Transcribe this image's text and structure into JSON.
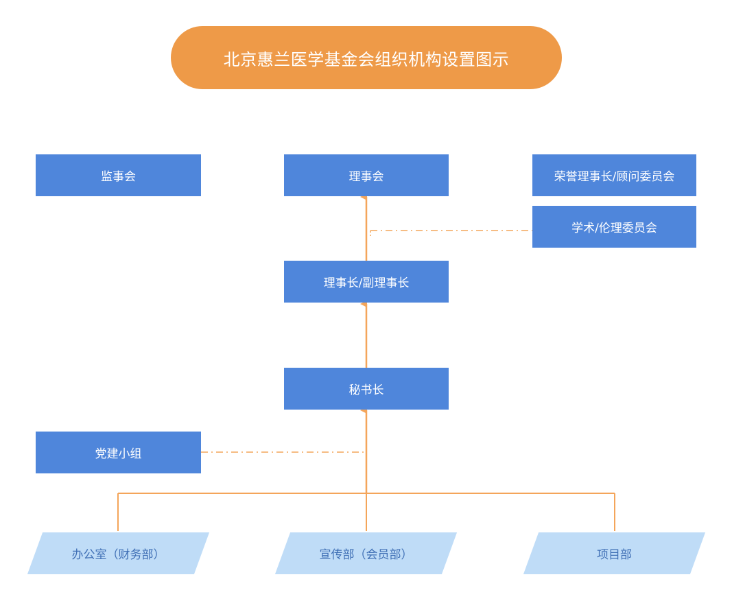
{
  "title": "北京惠兰医学基金会组织机构设置图示",
  "nodes": {
    "supervisory_board": "监事会",
    "board_of_directors": "理事会",
    "honorary_committee": "荣誉理事长/顾问委员会",
    "academic_ethics_committee": "学术/伦理委员会",
    "chairman": "理事长/副理事长",
    "secretary_general": "秘书长",
    "party_group": "党建小组"
  },
  "departments": [
    "办公室（财务部）",
    "宣传部（会员部）",
    "项目部"
  ],
  "colors": {
    "title_fill": "#ee9a48",
    "box_fill": "#4f86db",
    "department_fill": "#bfdcf7",
    "department_text": "#3f6fb5",
    "connector": "#f4a55a"
  }
}
